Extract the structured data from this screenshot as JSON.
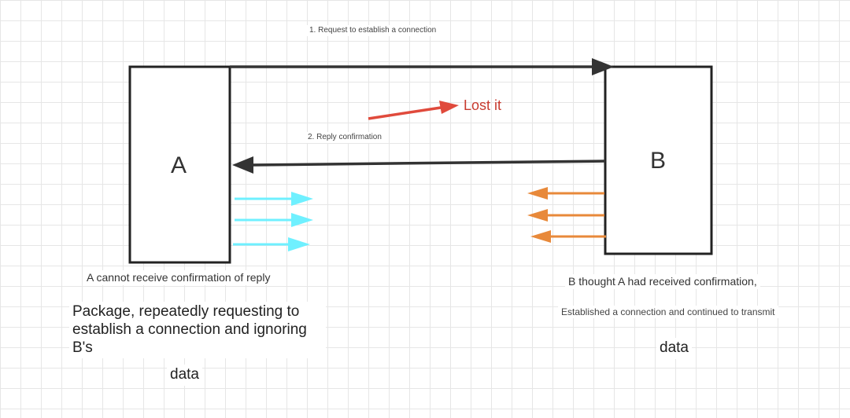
{
  "nodes": {
    "a": {
      "label": "A"
    },
    "b": {
      "label": "B"
    }
  },
  "messages": {
    "request": "1. Request to establish a connection",
    "reply": "2. Reply confirmation",
    "lost": "Lost it"
  },
  "notes": {
    "a_cannot": "A cannot receive confirmation of reply",
    "a_package": "Package, repeatedly requesting to establish a connection and ignoring B's",
    "a_data": "data",
    "b_thought": "B thought A had received confirmation,",
    "b_established": "Established a connection and continued to transmit",
    "b_data": "data"
  },
  "colors": {
    "line": "#333333",
    "lost_arrow": "#e04a3c",
    "a_data_arrows": "#6ff0ff",
    "b_data_arrows": "#e8893a"
  }
}
